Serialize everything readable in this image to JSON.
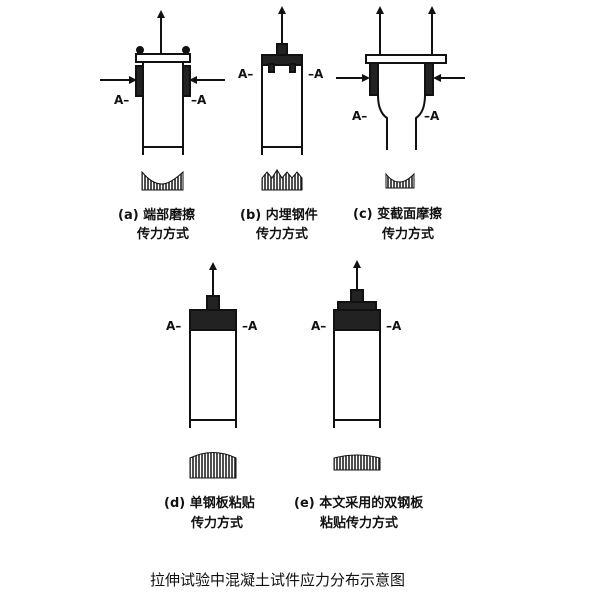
{
  "labels": {
    "a_line1": "(a) 端部磨擦",
    "a_line2": "传力方式",
    "b_line1": "(b) 内埋钢件",
    "b_line2": "传力方式",
    "c_line1": "(c) 变截面摩擦",
    "c_line2": "传力方式",
    "d_line1": "(d) 单钢板粘贴",
    "d_line2": "传力方式",
    "e_line1": "(e) 本文采用的双钢板",
    "e_line2": "粘贴传力方式"
  },
  "section_marks": {
    "left": "A–",
    "right": "–A"
  },
  "caption": "拉伸试验中混凝土试件应力分布示意图",
  "colors": {
    "ink": "#111111",
    "hatch": "#333333",
    "background": "#ffffff"
  }
}
